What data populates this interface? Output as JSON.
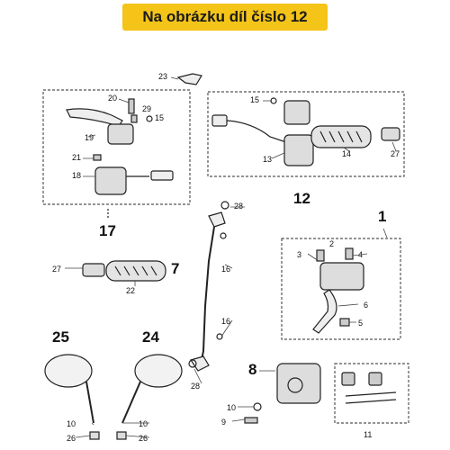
{
  "header": {
    "title": "Na obrázku díl číslo 12"
  },
  "callouts": [
    "1",
    "2",
    "3",
    "4",
    "5",
    "6",
    "7",
    "8",
    "9",
    "10",
    "11",
    "12",
    "13",
    "14",
    "15",
    "16",
    "17",
    "18",
    "19",
    "20",
    "21",
    "22",
    "23",
    "24",
    "25",
    "26",
    "27",
    "28",
    "29"
  ],
  "colors": {
    "banner": "#f5c419",
    "ink": "#222222",
    "box": "#555555"
  }
}
